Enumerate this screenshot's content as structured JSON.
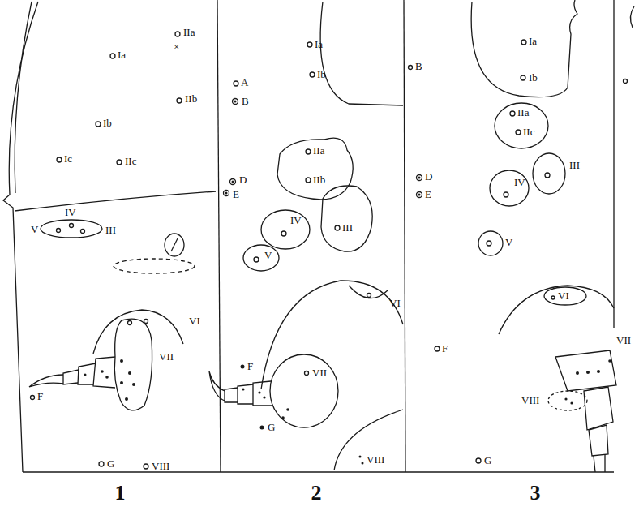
{
  "diagram": {
    "labels": [
      "Ia",
      "IIa",
      "×",
      "IIb",
      "Ib",
      "Ic",
      "IIc",
      "IV",
      "V",
      "III",
      "VI",
      "VII",
      "F",
      "G",
      "VIII",
      "A",
      "B",
      "D",
      "E",
      "Ia",
      "Ib",
      "IIa",
      "IIb",
      "III",
      "IV",
      "V",
      "VI",
      "F",
      "VII",
      "G",
      "VIII",
      "B",
      "D",
      "E",
      "Ia",
      "Ib",
      "IIa",
      "IIc",
      "III",
      "IV",
      "V",
      "VI",
      "VII",
      "VIII",
      "F",
      "G",
      "1",
      "2",
      "3"
    ]
  }
}
